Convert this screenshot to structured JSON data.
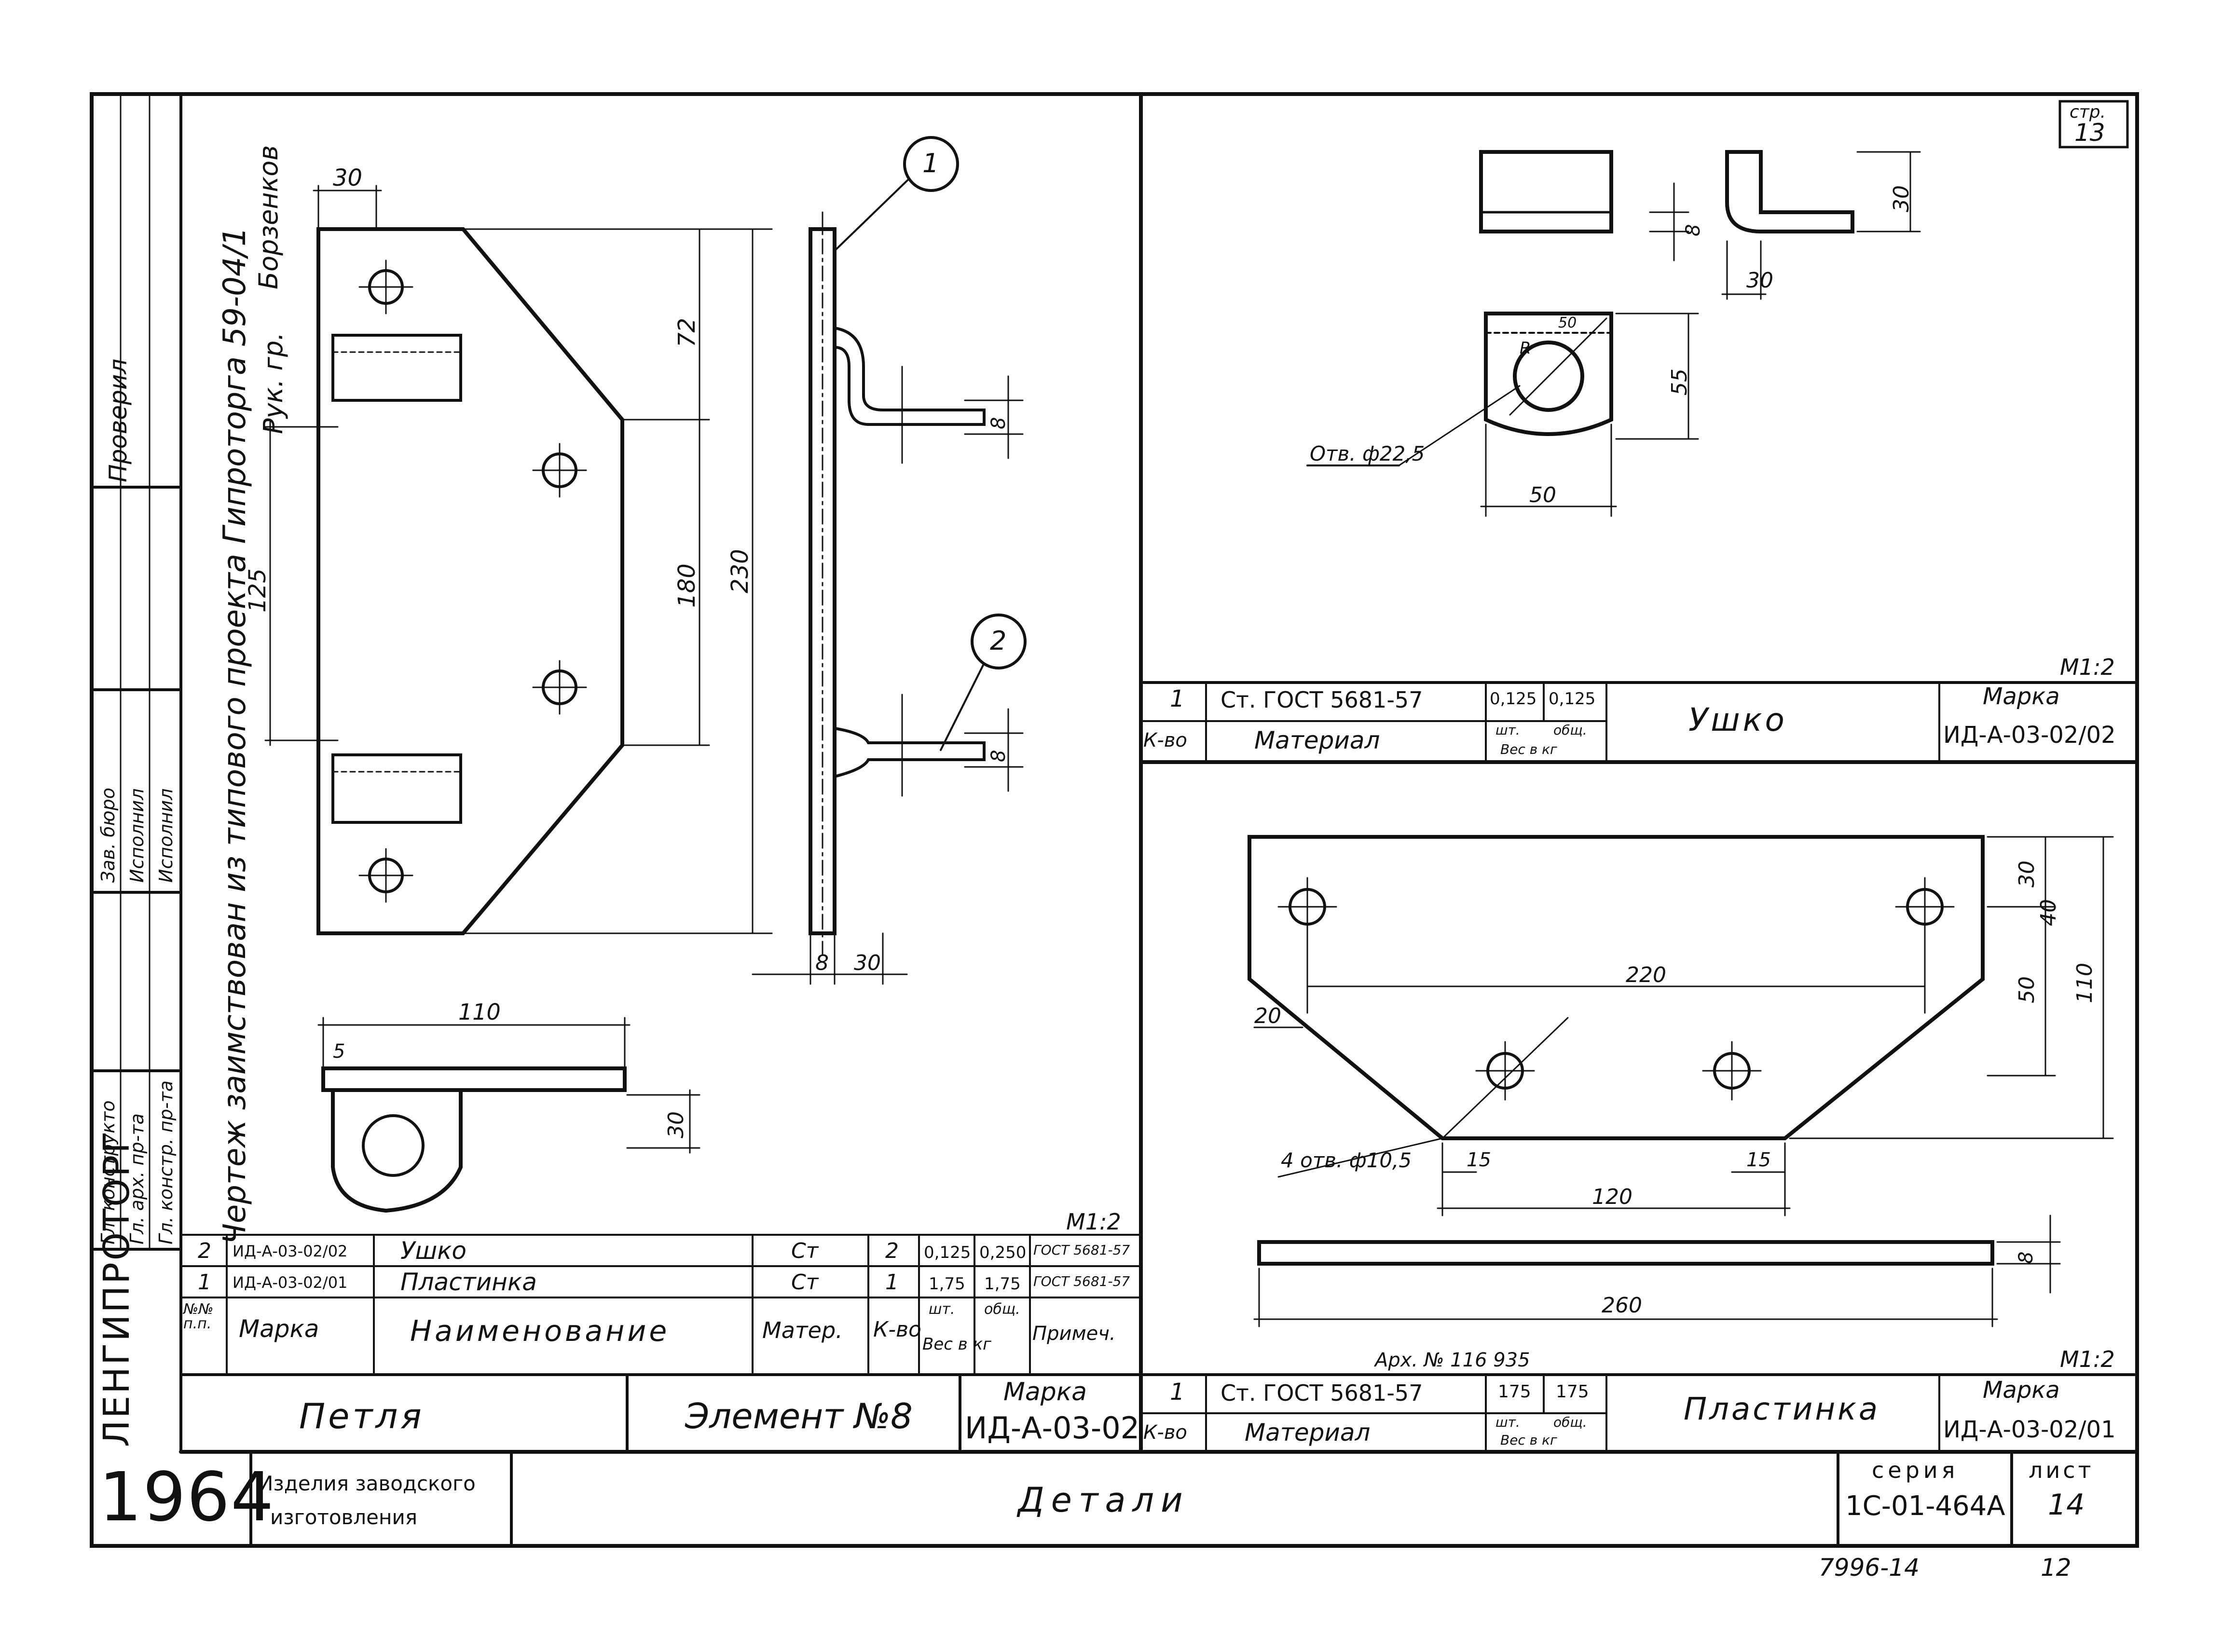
{
  "sheet": {
    "page_label": "стр.",
    "page_number": "13",
    "bottom_code": "7996-14",
    "bottom_page": "12",
    "archive_number": "Арх. № 116 935"
  },
  "side_strip": {
    "borrowed_note": "Чертеж заимствован из типового проекта Гипроторга 59-04/1",
    "head_group": "Рук. гр.",
    "head_name": "Борзенков",
    "checked": "Проверил",
    "roles": [
      "Гл. конструкто",
      "Гл. арх. пр-та",
      "Гл. констр. пр-та",
      "Зав. бюро",
      "Исполнил",
      "Исполнил"
    ],
    "org_vertical": "ЛЕНГИПРОТОРГ"
  },
  "left_drawing": {
    "callout_1": "1",
    "callout_2": "2",
    "dims": {
      "top_width": "30",
      "height_left": "125",
      "upper_segment": "72",
      "mid_height": "180",
      "total_height": "230",
      "flange_thick": "8",
      "flange_depth": "30",
      "slot_thick_1": "8",
      "slot_thick_2": "8",
      "bottom_length": "110",
      "bottom_offset": "5",
      "bottom_height": "30"
    },
    "scale": "М1:2",
    "spec_rows": [
      {
        "pos": "2",
        "mark": "ИД-А-03-02/02",
        "name": "Ушко",
        "mat": "Ст",
        "qty": "2",
        "w1": "0,125",
        "w2": "0,250",
        "note": "ГОСТ 5681-57"
      },
      {
        "pos": "1",
        "mark": "ИД-А-03-02/01",
        "name": "Пластинка",
        "mat": "Ст",
        "qty": "1",
        "w1": "1,75",
        "w2": "1,75",
        "note": "ГОСТ 5681-57"
      }
    ],
    "spec_header": {
      "pos": "№№ п.п.",
      "mark": "Марка",
      "name": "Наименование",
      "mat": "Матер.",
      "qty": "К-во",
      "w1": "шт.",
      "w2": "общ.",
      "wlabel": "Вес в кг",
      "note": "Примеч."
    },
    "title_left": "Петля",
    "title_mid": "Элемент №8",
    "mark_label": "Марка",
    "mark_value": "ИД-А-03-02"
  },
  "upper_right": {
    "dims": {
      "height": "30",
      "width": "30",
      "thick": "8",
      "radius": "R",
      "r_small": "50",
      "plate_h": "55",
      "plate_w": "50"
    },
    "hole_note": "Отв. ф22,5",
    "scale": "М1:2",
    "table": {
      "qty": "1",
      "material": "Ст. ГОСТ 5681-57",
      "w1": "0,125",
      "w2": "0,125",
      "qty_label": "К-во",
      "material_label": "Материал",
      "w1_label": "шт.",
      "w2_label": "общ.",
      "weight_label": "Вес в кг",
      "name": "Ушко",
      "mark_label": "Марка",
      "mark_value": "ИД-А-03-02/02"
    }
  },
  "lower_right": {
    "dims": {
      "d30": "30",
      "d40": "40",
      "d50": "50",
      "d110": "110",
      "d220": "220",
      "d20": "20",
      "d15a": "15",
      "d15b": "15",
      "d120": "120",
      "d260": "260",
      "d8": "8"
    },
    "hole_note": "4 отв. ф10,5",
    "scale": "М1:2",
    "table": {
      "qty": "1",
      "material": "Ст. ГОСТ 5681-57",
      "w1": "175",
      "w2": "175",
      "qty_label": "К-во",
      "material_label": "Материал",
      "w1_label": "шт.",
      "w2_label": "общ.",
      "weight_label": "Вес в кг",
      "name": "Пластинка",
      "mark_label": "Марка",
      "mark_value": "ИД-А-03-02/01"
    }
  },
  "footer": {
    "year": "1964",
    "product_line1": "Изделия заводского",
    "product_line2": "изготовления",
    "title": "Детали",
    "series_label": "серия",
    "series_value": "1С-01-464А",
    "sheet_label": "лист",
    "sheet_value": "14"
  }
}
